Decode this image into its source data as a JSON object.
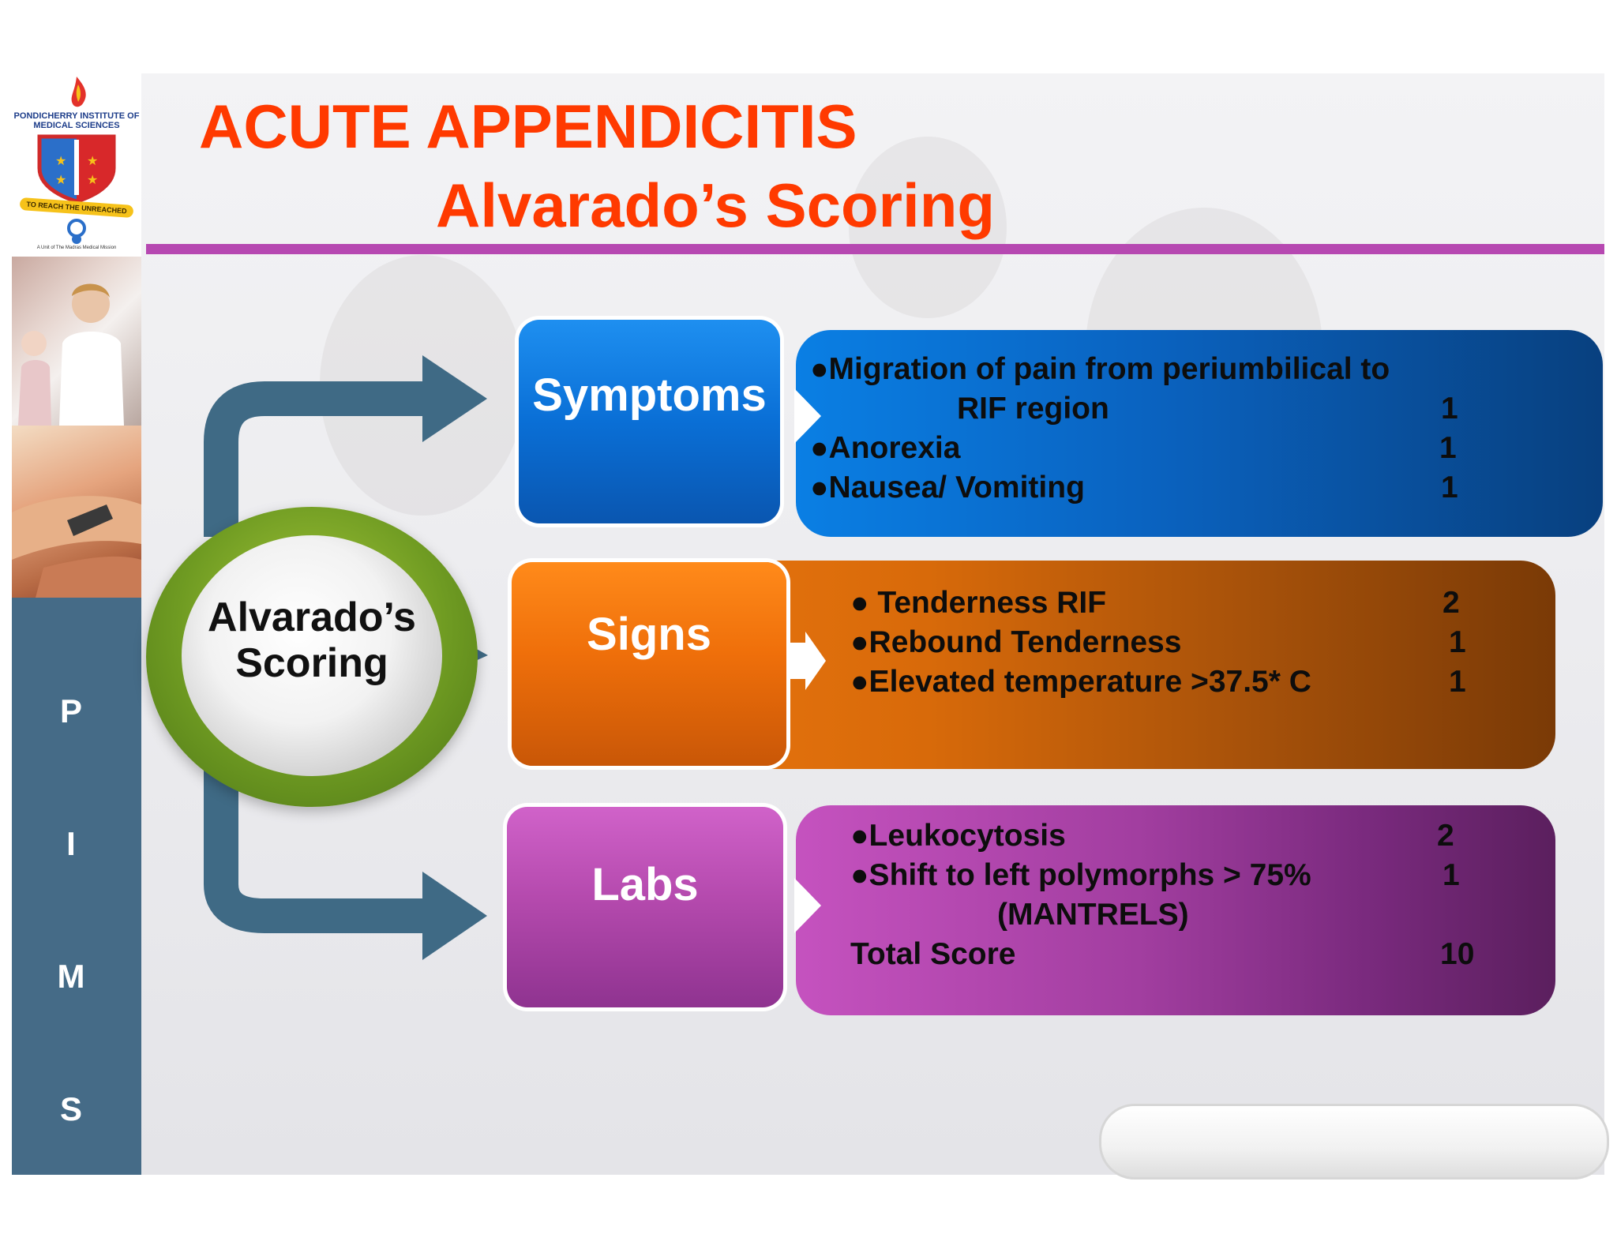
{
  "sidebar": {
    "logo_text": "PONDICHERRY INSTITUTE OF MEDICAL SCIENCES",
    "motto": "TO REACH THE UNREACHED",
    "subtext": "A Unit of The Madras Medical Mission",
    "letters": [
      "P",
      "I",
      "M",
      "S"
    ]
  },
  "title": {
    "line1": "ACUTE APPENDICITIS",
    "line2": "Alvarado’s Scoring"
  },
  "center": {
    "line1": "Alvarado’s",
    "line2": "Scoring"
  },
  "symptoms": {
    "label": "Symptoms",
    "items": [
      {
        "text": "●Migration of pain from periumbilical to",
        "score": ""
      },
      {
        "text": "RIF region",
        "score": "1"
      },
      {
        "text": "●Anorexia",
        "score": "1"
      },
      {
        "text": "●Nausea/ Vomiting",
        "score": "1"
      }
    ]
  },
  "signs": {
    "label": "Signs",
    "items": [
      {
        "text": "● Tenderness RIF",
        "score": "2"
      },
      {
        "text": "●Rebound Tenderness",
        "score": "1"
      },
      {
        "text": "●Elevated temperature >37.5* C",
        "score": "1"
      }
    ]
  },
  "labs": {
    "label": "Labs",
    "items": [
      {
        "text": "●Leukocytosis",
        "score": "2"
      },
      {
        "text": "●Shift to left polymorphs > 75%",
        "score": "1"
      },
      {
        "text": "(MANTRELS)",
        "score": ""
      },
      {
        "text": "Total Score",
        "score": "10"
      }
    ]
  },
  "colors": {
    "title": "#ff3a00",
    "rule": "#b648b1",
    "symptoms": "#0a6fd6",
    "signs": "#e8720c",
    "labs": "#b54aae",
    "pims": "#456b87",
    "arrow": "#3f6a85"
  }
}
